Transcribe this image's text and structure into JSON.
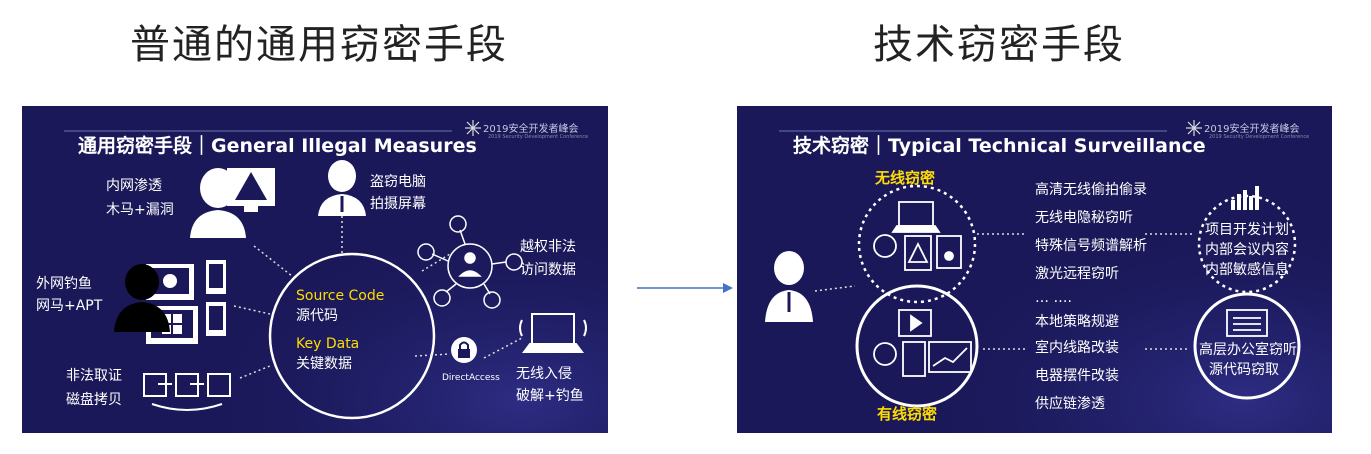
{
  "headings": {
    "left": "普通的通用窃密手段",
    "right": "技术窃密手段"
  },
  "left_slide": {
    "title": "通用窃密手段｜General Illegal Measures",
    "conference": "2019安全开发者峰会",
    "conference_sub": "2019 Security Development Conference",
    "center_line1": "Source Code",
    "center_line2": "源代码",
    "center_line3": "Key Data",
    "center_line4": "关键数据",
    "label_intranet": [
      "内网渗透",
      "木马+漏洞"
    ],
    "label_steal_pc": [
      "盗窃电脑",
      "拍摄屏幕"
    ],
    "label_unauth": [
      "越权非法",
      "访问数据"
    ],
    "label_phishing": [
      "外网钓鱼",
      "网马+APT"
    ],
    "label_forensics": [
      "非法取证",
      "磁盘拷贝"
    ],
    "label_wireless": [
      "无线入侵",
      "破解+钓鱼"
    ],
    "label_direct_access": "DirectAccess"
  },
  "right_slide": {
    "title": "技术窃密｜Typical Technical Surveillance",
    "conference": "2019安全开发者峰会",
    "conference_sub": "2019 Security Development Conference",
    "wireless_title": "无线窃密",
    "wired_title": "有线窃密",
    "wireless_methods": [
      "高清无线偷拍偷录",
      "无线电隐秘窃听",
      "特殊信号频谱解析",
      "激光远程窃听",
      "…  …."
    ],
    "wired_methods": [
      "本地策略规避",
      "室内线路改装",
      "电器摆件改装",
      "供应链渗透"
    ],
    "target_top": [
      "项目开发计划",
      "内部会议内容",
      "内部敏感信息"
    ],
    "target_bottom": [
      "高层办公室窃听",
      "源代码窃取"
    ]
  }
}
